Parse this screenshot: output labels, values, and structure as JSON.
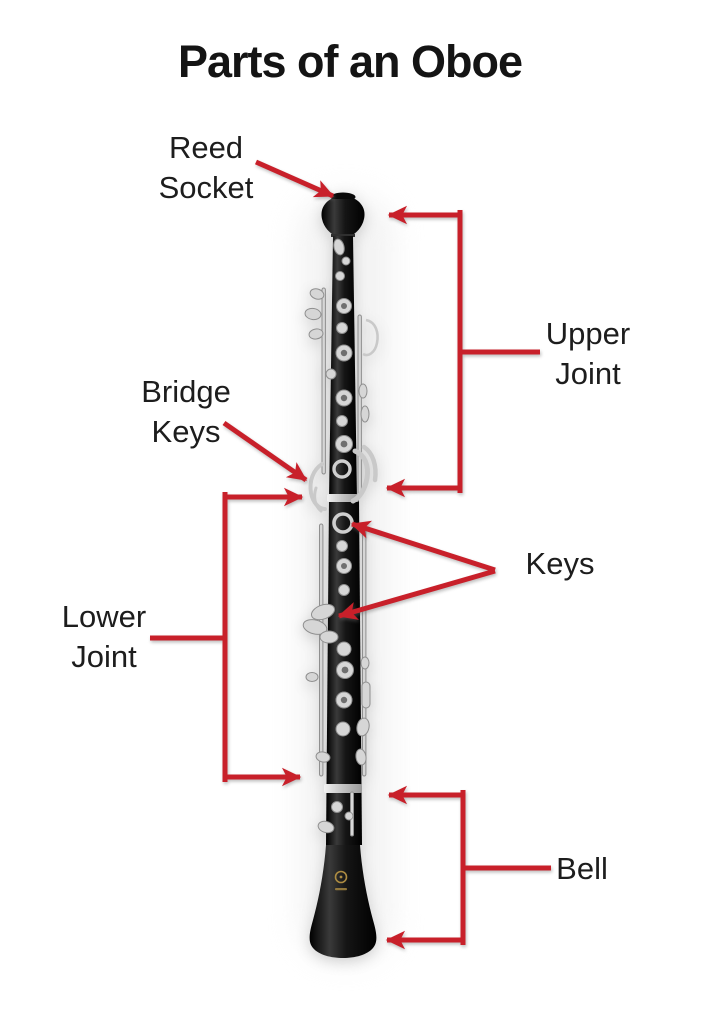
{
  "title": "Parts of an Oboe",
  "labels": {
    "reed_socket": {
      "line1": "Reed",
      "line2": "Socket"
    },
    "upper_joint": {
      "line1": "Upper",
      "line2": "Joint"
    },
    "bridge_keys": {
      "line1": "Bridge",
      "line2": "Keys"
    },
    "keys": {
      "text": "Keys"
    },
    "lower_joint": {
      "line1": "Lower",
      "line2": "Joint"
    },
    "bell": {
      "text": "Bell"
    }
  },
  "colors": {
    "arrow_red": "#C8202A",
    "label_text": "#1D1D1D",
    "title_text": "#141414",
    "background": "#FFFFFF",
    "instrument_body": "#111111",
    "instrument_keys_silver": "#D6D6D6",
    "logo_gold": "#AD8C42"
  }
}
